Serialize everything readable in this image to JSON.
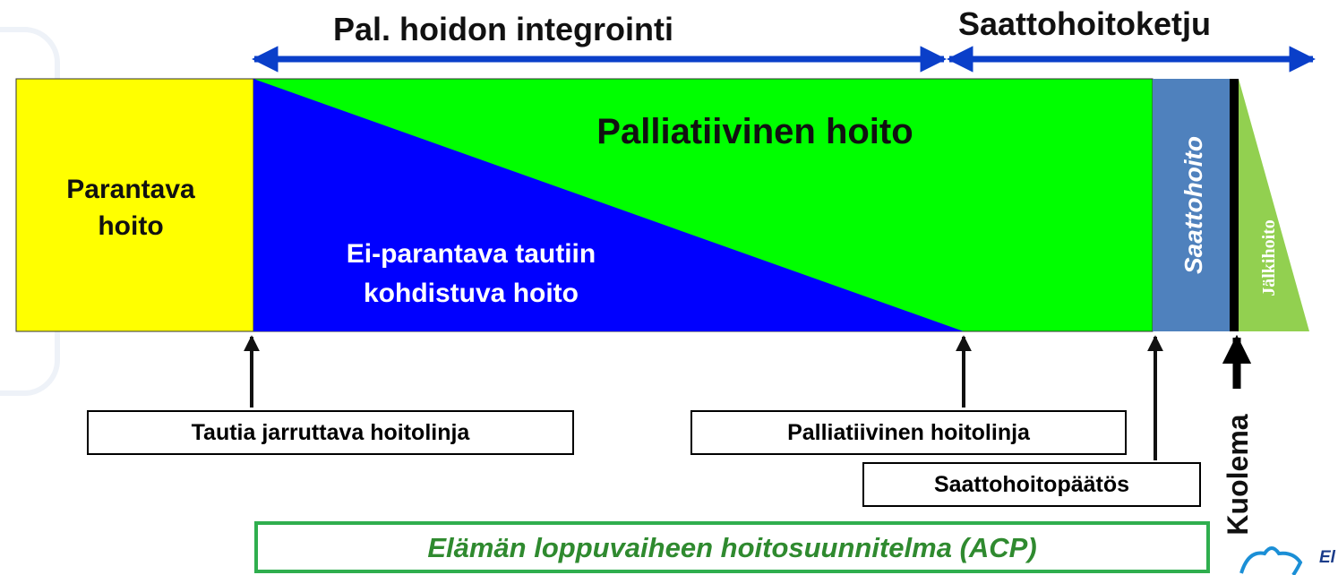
{
  "header": {
    "integration_label": "Pal. hoidon integrointi",
    "chain_label": "Saattohoitoketju"
  },
  "segments": {
    "curative": [
      "Parantava",
      "hoito"
    ],
    "palliative": "Palliatiivinen hoito",
    "non_curative": [
      "Ei-parantava tautiin",
      "kohdistuva hoito"
    ],
    "hospice": "Saattohoito",
    "aftercare": "Jälkihoito"
  },
  "milestones": {
    "disease_slowing": "Tautia jarruttava hoitolinja",
    "palliative_line": "Palliatiivinen hoitolinja",
    "hospice_decision": "Saattohoitopäätös",
    "death": "Kuolema"
  },
  "acp": "Elämän loppuvaiheen hoitosuunnitelma (ACP)",
  "logo": {
    "text": "El"
  },
  "colors": {
    "yellow": "#ffff00",
    "green": "#00ff00",
    "blue": "#0000ff",
    "hospice_blue": "#4f81bd",
    "aftercare_green": "#92d050",
    "arrow_blue": "#0a3fc9"
  }
}
